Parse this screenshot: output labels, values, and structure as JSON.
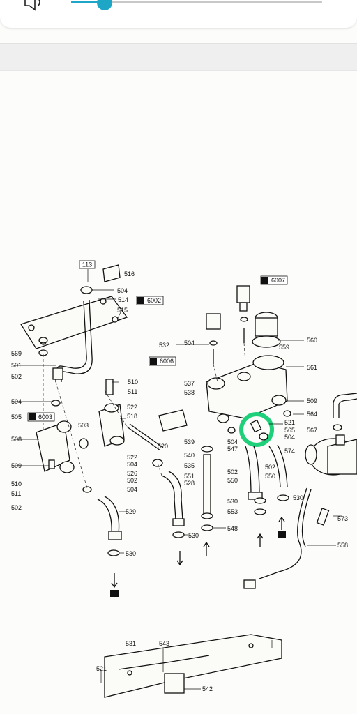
{
  "volume": {
    "level_percent": 13,
    "accent_color": "#1ea6c6",
    "icon": "speaker-icon"
  },
  "highlight_color": "#1fd07a",
  "diagram": {
    "boxed_labels": [
      "113",
      "6002",
      "6007",
      "6006",
      "6003"
    ],
    "labels": [
      "516",
      "504",
      "514",
      "515",
      "560",
      "559",
      "532",
      "504",
      "561",
      "569",
      "501",
      "502",
      "510",
      "511",
      "504",
      "537",
      "538",
      "509",
      "522",
      "518",
      "505",
      "508",
      "503",
      "520",
      "521",
      "565",
      "504",
      "564",
      "567",
      "574",
      "526",
      "539",
      "540",
      "535",
      "551",
      "547",
      "504",
      "509",
      "510",
      "511",
      "502",
      "522",
      "504",
      "502",
      "504",
      "502",
      "550",
      "550",
      "530",
      "553",
      "548",
      "530",
      "529",
      "530",
      "502",
      "528",
      "530",
      "573",
      "558",
      "531",
      "543",
      "521",
      "542"
    ]
  }
}
